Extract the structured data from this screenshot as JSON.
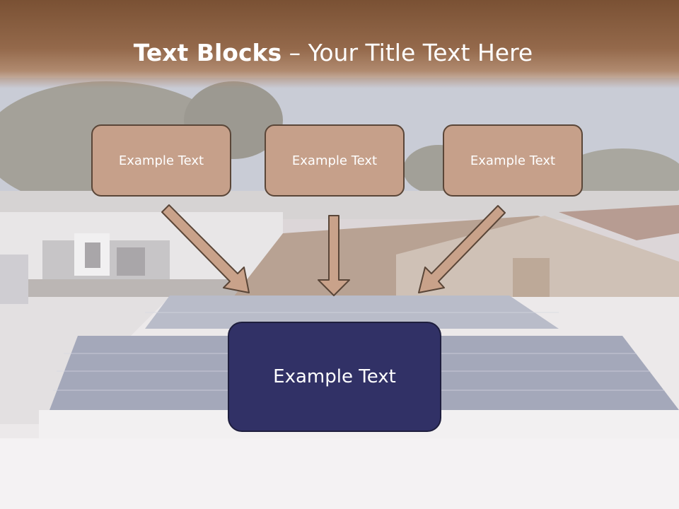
{
  "title": {
    "bold": "Text Blocks",
    "rest": " – Your Title Text Here"
  },
  "boxes": [
    {
      "label": "Example Text"
    },
    {
      "label": "Example Text"
    },
    {
      "label": "Example Text"
    }
  ],
  "main_box": {
    "label": "Example Text"
  },
  "colors": {
    "header_brown": "#7a5134",
    "box_tan": "#c6a08a",
    "box_border": "#5a4638",
    "main_navy": "#313166",
    "arrow_fill": "#c9a28a"
  }
}
